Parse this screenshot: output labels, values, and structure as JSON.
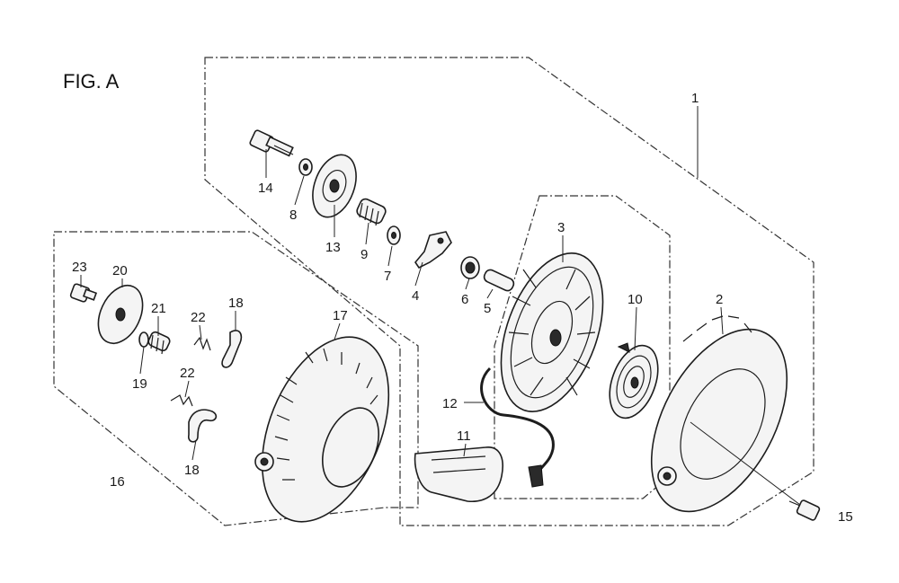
{
  "figure": {
    "title": "FIG. A"
  },
  "callouts": {
    "c1": "1",
    "c2": "2",
    "c3": "3",
    "c4": "4",
    "c5": "5",
    "c6": "6",
    "c7": "7",
    "c8": "8",
    "c9": "9",
    "c10": "10",
    "c11": "11",
    "c12": "12",
    "c13": "13",
    "c14": "14",
    "c15": "15",
    "c16": "16",
    "c17": "17",
    "c18a": "18",
    "c18b": "18",
    "c19": "19",
    "c20": "20",
    "c21": "21",
    "c22a": "22",
    "c22b": "22",
    "c23": "23"
  }
}
